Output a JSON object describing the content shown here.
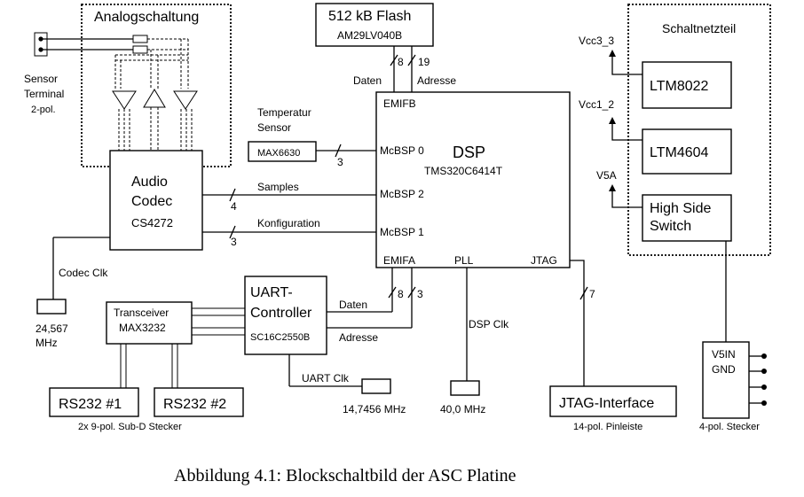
{
  "blocks": {
    "analog": "Analogschaltung",
    "sensor_terminal": [
      "Sensor",
      "Terminal",
      "2-pol."
    ],
    "flash_title": "512 kB Flash",
    "flash_part": "AM29LV040B",
    "flash_daten": "Daten",
    "flash_adresse": "Adresse",
    "flash_bus_data": "8",
    "flash_bus_addr": "19",
    "emifb": "EMIFB",
    "temp_label": [
      "Temperatur",
      "Sensor"
    ],
    "temp_part": "MAX6630",
    "temp_bus": "3",
    "dsp_title": "DSP",
    "dsp_part": "TMS320C6414T",
    "mcbsp0": "McBSP 0",
    "mcbsp2": "McBSP 2",
    "mcbsp1": "McBSP 1",
    "emifa": "EMIFA",
    "pll": "PLL",
    "jtag": "JTAG",
    "codec_title": [
      "Audio",
      "Codec"
    ],
    "codec_part": "CS4272",
    "samples": "Samples",
    "samples_bus": "4",
    "konfig": "Konfiguration",
    "konfig_bus": "3",
    "codec_clk": "Codec Clk",
    "codec_freq": [
      "24,567",
      "MHz"
    ],
    "uart_title": [
      "UART-",
      "Controller"
    ],
    "uart_part": "SC16C2550B",
    "uart_daten": "Daten",
    "uart_adresse": "Adresse",
    "uart_bus_data": "8",
    "uart_bus_addr": "3",
    "uart_clk": "UART Clk",
    "uart_freq": "14,7456 MHz",
    "transceiver": [
      "Transceiver",
      "MAX3232"
    ],
    "rs232_1": "RS232 #1",
    "rs232_2": "RS232 #2",
    "subd": "2x 9-pol. Sub-D Stecker",
    "dsp_clk": "DSP Clk",
    "dsp_freq": "40,0 MHz",
    "jtag_bus": "7",
    "jtag_iface": "JTAG-Interface",
    "pinleiste": "14-pol. Pinleiste",
    "psu": "Schaltnetzteil",
    "vcc3": "Vcc3_3",
    "vcc1": "Vcc1_2",
    "v5a": "V5A",
    "ltm8022": "LTM8022",
    "ltm4604": "LTM4604",
    "hss": [
      "High Side",
      "Switch"
    ],
    "stecker_pins": [
      "V5IN",
      "GND"
    ],
    "stecker": "4-pol. Stecker"
  },
  "caption": "Abbildung 4.1: Blockschaltbild der ASC Platine"
}
